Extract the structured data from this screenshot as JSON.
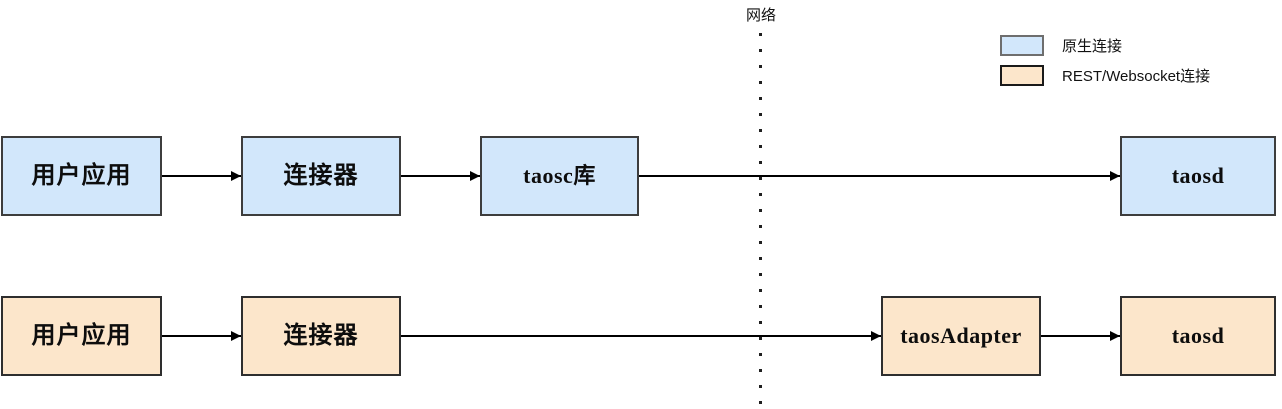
{
  "network": {
    "label": "网络"
  },
  "legend": {
    "items": [
      {
        "id": "native",
        "label": "原生连接",
        "swatch_color": "#d2e7fb",
        "swatch_border": "#6e6e6e"
      },
      {
        "id": "rest-websocket",
        "label": "REST/Websocket连接",
        "swatch_color": "#fce6cb",
        "swatch_border": "#1a1a1a"
      }
    ]
  },
  "rows": [
    {
      "id": "native-connection",
      "connection_type": "原生连接",
      "nodes": [
        {
          "id": "user-app",
          "label": "用户应用"
        },
        {
          "id": "connector",
          "label": "连接器"
        },
        {
          "id": "taosc-lib",
          "label": "taosc库"
        },
        {
          "id": "taosd",
          "label": "taosd"
        }
      ]
    },
    {
      "id": "rest-websocket-connection",
      "connection_type": "REST/Websocket连接",
      "nodes": [
        {
          "id": "user-app",
          "label": "用户应用"
        },
        {
          "id": "connector",
          "label": "连接器"
        },
        {
          "id": "taosadapter",
          "label": "taosAdapter"
        },
        {
          "id": "taosd",
          "label": "taosd"
        }
      ]
    }
  ],
  "colors": {
    "native_fill": "#d2e7fb",
    "rest_fill": "#fce6cb",
    "box_border": "#3d3d3d",
    "arrow": "#000000",
    "background": "#ffffff"
  }
}
